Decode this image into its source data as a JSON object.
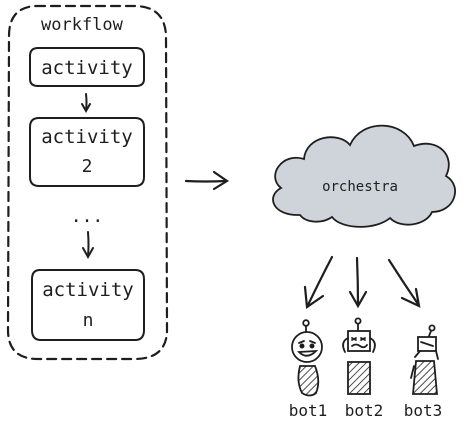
{
  "workflow": {
    "label": "workflow",
    "activities": [
      {
        "line1": "activity",
        "line2": ""
      },
      {
        "line1": "activity",
        "line2": "2"
      },
      {
        "line1": "activity",
        "line2": "n"
      }
    ],
    "ellipsis": "..."
  },
  "orchestrator": {
    "label": "orchestra",
    "fill_color": "#ced4da"
  },
  "bots": [
    {
      "label": "bot1",
      "icon": "happy-robot-icon"
    },
    {
      "label": "bot2",
      "icon": "confused-robot-icon"
    },
    {
      "label": "bot3",
      "icon": "walking-robot-icon"
    }
  ],
  "colors": {
    "stroke": "#1e1e1e",
    "background": "#ffffff",
    "bot_fill": "#adb5bd"
  }
}
